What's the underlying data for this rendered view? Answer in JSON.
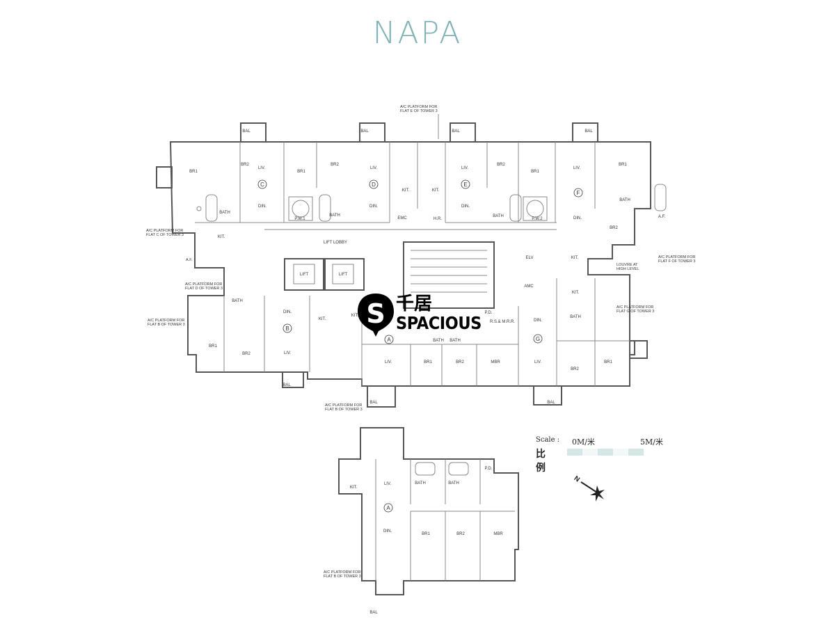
{
  "header": {
    "title": "NAPA"
  },
  "watermark": {
    "chinese": "千居",
    "english": "SPACIOUS"
  },
  "scale": {
    "label": "Scale :",
    "start": "0M/米",
    "end": "5M/米",
    "chinese_label": "比例"
  },
  "compass": {
    "north": "N"
  },
  "flats": [
    "A",
    "B",
    "C",
    "D",
    "E",
    "F",
    "G",
    "A"
  ],
  "rooms": {
    "c": [
      "BR1",
      "BR2",
      "LIV.",
      "DIN.",
      "BATH",
      "KIT."
    ],
    "d": [
      "BR1",
      "BR2",
      "LIV.",
      "DIN.",
      "BATH",
      "P.W.1",
      "KIT.",
      "EMC"
    ],
    "e": [
      "LIV.",
      "DIN.",
      "KIT.",
      "BATH",
      "P.W.2",
      "BR2",
      "BR1",
      "H.R."
    ],
    "f": [
      "LIV.",
      "DIN.",
      "BR1",
      "BATH",
      "BR2",
      "A.F.",
      "KIT."
    ],
    "core": [
      "LIFT LOBBY",
      "LIFT",
      "LIFT",
      "ELV",
      "AMC",
      "P.D.",
      "R.S.& M.R.R."
    ],
    "b": [
      "BR1",
      "BR2",
      "LIV.",
      "DIN.",
      "BATH",
      "KIT."
    ],
    "a": [
      "LIV.",
      "BR1",
      "BR2",
      "MBR",
      "BATH",
      "BATH",
      "KIT."
    ],
    "g": [
      "LIV.",
      "DIN.",
      "KIT.",
      "BATH",
      "BR2",
      "BR1"
    ],
    "lower": [
      "KIT.",
      "LIV.",
      "DIN.",
      "BATH",
      "BATH",
      "P.D.",
      "BR1",
      "BR2",
      "MBR",
      "BAL"
    ]
  },
  "balcony_label": "BAL",
  "annotations": {
    "ac_e": [
      "A/C PLATFORM FOR",
      "FLAT E OF TOWER 3"
    ],
    "ac_c": [
      "A/C PLATFORM FOR",
      "FLAT C OF TOWER 3"
    ],
    "ac_d": [
      "A/C PLATFORM FOR",
      "FLAT D OF TOWER 3"
    ],
    "ac_b": [
      "A/C PLATFORM FOR",
      "FLAT B OF TOWER 3"
    ],
    "ac_b2": [
      "A/C PLATFORM FOR",
      "FLAT B OF TOWER 3"
    ],
    "ac_f": [
      "A/C PLATFORM FOR",
      "FLAT F OF TOWER 3"
    ],
    "ac_g": [
      "A/C PLATFORM FOR",
      "FLAT G OF TOWER 3"
    ],
    "ac_b3": [
      "A/C PLATFORM FOR",
      "FLAT B OF TOWER 3"
    ],
    "louvre": [
      "LOUVRE AT",
      "HIGH LEVEL"
    ],
    "af": "A.F."
  }
}
